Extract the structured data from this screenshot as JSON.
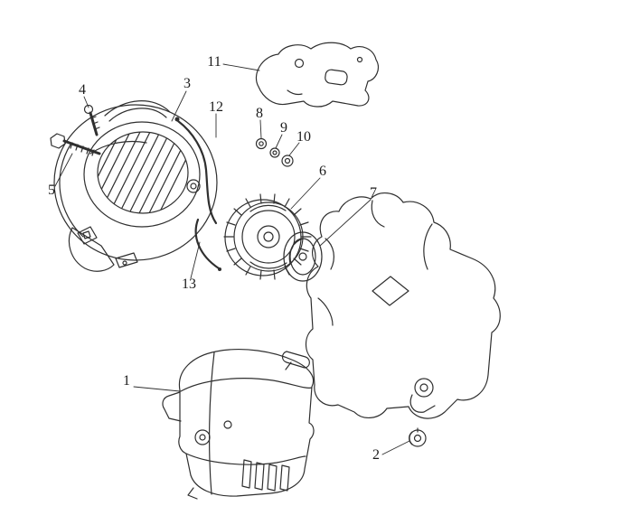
{
  "figure": {
    "type": "exploded-parts-diagram",
    "background_color": "#ffffff",
    "line_color": "#2f2f2f",
    "callouts": [
      {
        "label": "1"
      },
      {
        "label": "2"
      },
      {
        "label": "3"
      },
      {
        "label": "4"
      },
      {
        "label": "5"
      },
      {
        "label": "6"
      },
      {
        "label": "7"
      },
      {
        "label": "8"
      },
      {
        "label": "9"
      },
      {
        "label": "10"
      },
      {
        "label": "11"
      },
      {
        "label": "12"
      },
      {
        "label": "13"
      }
    ]
  }
}
